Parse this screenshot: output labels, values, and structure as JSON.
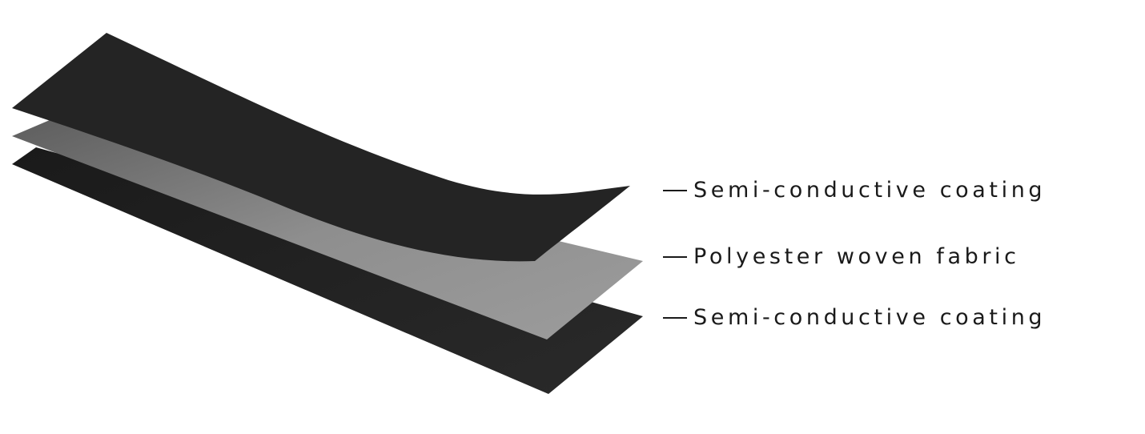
{
  "labels": [
    {
      "text": "Semi-conductive coating"
    },
    {
      "text": "Polyester woven fabric"
    },
    {
      "text": "Semi-conductive coating"
    }
  ],
  "colors": {
    "coating": "#232323",
    "fabric": "#8a8a8a",
    "text": "#1a1a1a"
  }
}
